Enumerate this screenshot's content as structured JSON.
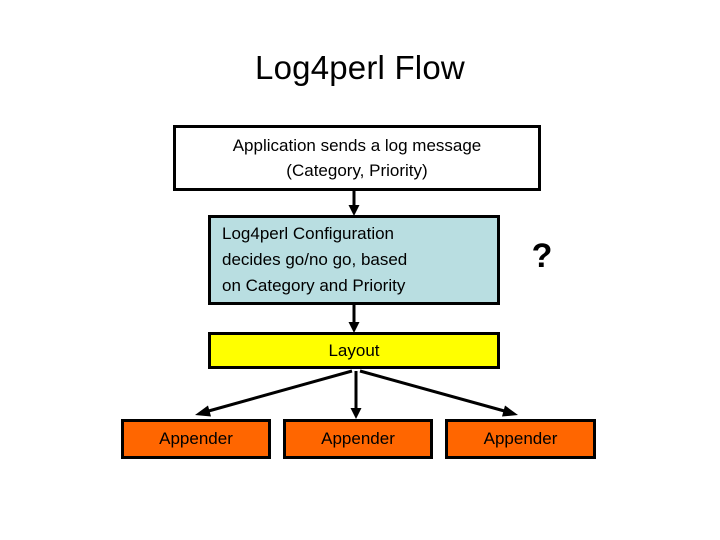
{
  "slide": {
    "title": "Log4perl Flow",
    "background_color": "#ffffff"
  },
  "diagram": {
    "nodes": [
      {
        "id": "application",
        "name": "application-box",
        "lines": [
          "Application sends a log message",
          "(Category, Priority)"
        ],
        "line1": "Application sends a log message",
        "line2": "(Category, Priority)",
        "fill_color": "#ffffff",
        "border_color": "#000000",
        "text_align": "center"
      },
      {
        "id": "configuration",
        "name": "configuration-box",
        "lines": [
          "Log4perl Configuration",
          "decides go/no go, based",
          "on Category and Priority"
        ],
        "line1": "Log4perl Configuration",
        "line2": "decides go/no go, based",
        "line3": "on Category and Priority",
        "fill_color": "#b9dee1",
        "border_color": "#000000",
        "text_align": "left"
      },
      {
        "id": "layout",
        "name": "layout-box",
        "label": "Layout",
        "fill_color": "#ffff00",
        "border_color": "#000000",
        "text_align": "center"
      },
      {
        "id": "appender-1",
        "name": "appender-box-1",
        "label": "Appender",
        "fill_color": "#ff6600",
        "border_color": "#000000",
        "text_align": "center"
      },
      {
        "id": "appender-2",
        "name": "appender-box-2",
        "label": "Appender",
        "fill_color": "#ff6600",
        "border_color": "#000000",
        "text_align": "center"
      },
      {
        "id": "appender-3",
        "name": "appender-box-3",
        "label": "Appender",
        "fill_color": "#ff6600",
        "border_color": "#000000",
        "text_align": "center"
      }
    ],
    "annotations": [
      {
        "id": "question",
        "name": "question-mark",
        "text": "?",
        "color": "#000000"
      }
    ],
    "edges": [
      {
        "from": "application",
        "to": "configuration",
        "style": "arrow"
      },
      {
        "from": "configuration",
        "to": "layout",
        "style": "arrow"
      },
      {
        "from": "layout",
        "to": "appender-1",
        "style": "arrow"
      },
      {
        "from": "layout",
        "to": "appender-2",
        "style": "arrow"
      },
      {
        "from": "layout",
        "to": "appender-3",
        "style": "arrow"
      }
    ],
    "edge_color": "#000000"
  }
}
